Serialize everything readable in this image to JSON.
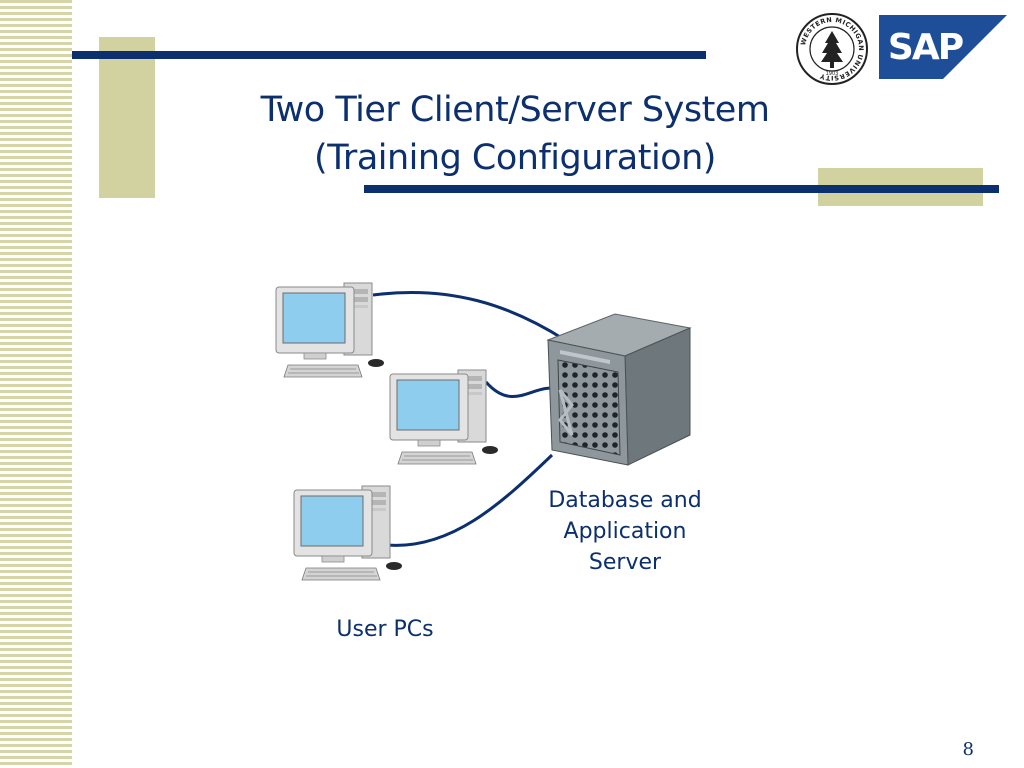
{
  "slide": {
    "title_line1": "Two Tier Client/Server System",
    "title_line2": "(Training Configuration)",
    "page_number": "8"
  },
  "logos": {
    "seal": {
      "icon": "university-seal-icon",
      "text": "WESTERN MICHIGAN UNIVERSITY",
      "year": "1903"
    },
    "sap": {
      "icon": "sap-logo-icon",
      "text": "SAP"
    }
  },
  "diagram": {
    "server_label_lines": [
      "Database and",
      "Application",
      "Server"
    ],
    "users_label": "User PCs",
    "client_count": 3
  },
  "colors": {
    "primary": "#0c2f6e",
    "accent": "#d2d2a0",
    "screen": "#8fcdee",
    "sap_blue": "#1f4e99"
  }
}
